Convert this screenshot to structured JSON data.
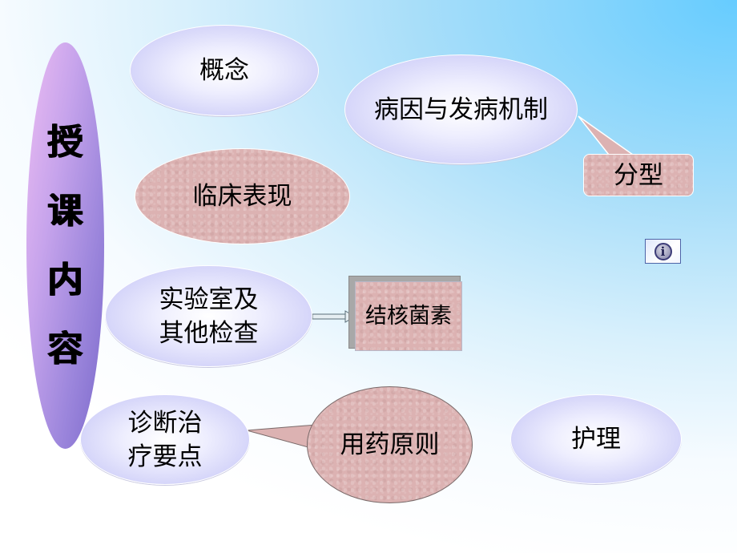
{
  "slide": {
    "title_vertical": [
      "授",
      "课",
      "内",
      "容"
    ],
    "nodes": {
      "concept": "概念",
      "etiology": "病因与发病机制",
      "classification": "分型",
      "clinical": "临床表现",
      "lab_exam": "实验室及\n其他检查",
      "tuberculin": "结核菌素",
      "diagnosis_treatment": "诊断治\n疗要点",
      "medication": "用药原则",
      "nursing": "护理"
    },
    "info_button": {
      "icon": "info-icon",
      "glyph": "i"
    },
    "colors": {
      "background_top_right": "#66ccff",
      "background_bottom_left": "#ffffff",
      "blue_ellipse": "#c8c8f5",
      "pink_shape": "#dcb2b2",
      "title_ellipse_light": "#ecbcf2",
      "title_ellipse_dark": "#7c6acb"
    }
  }
}
